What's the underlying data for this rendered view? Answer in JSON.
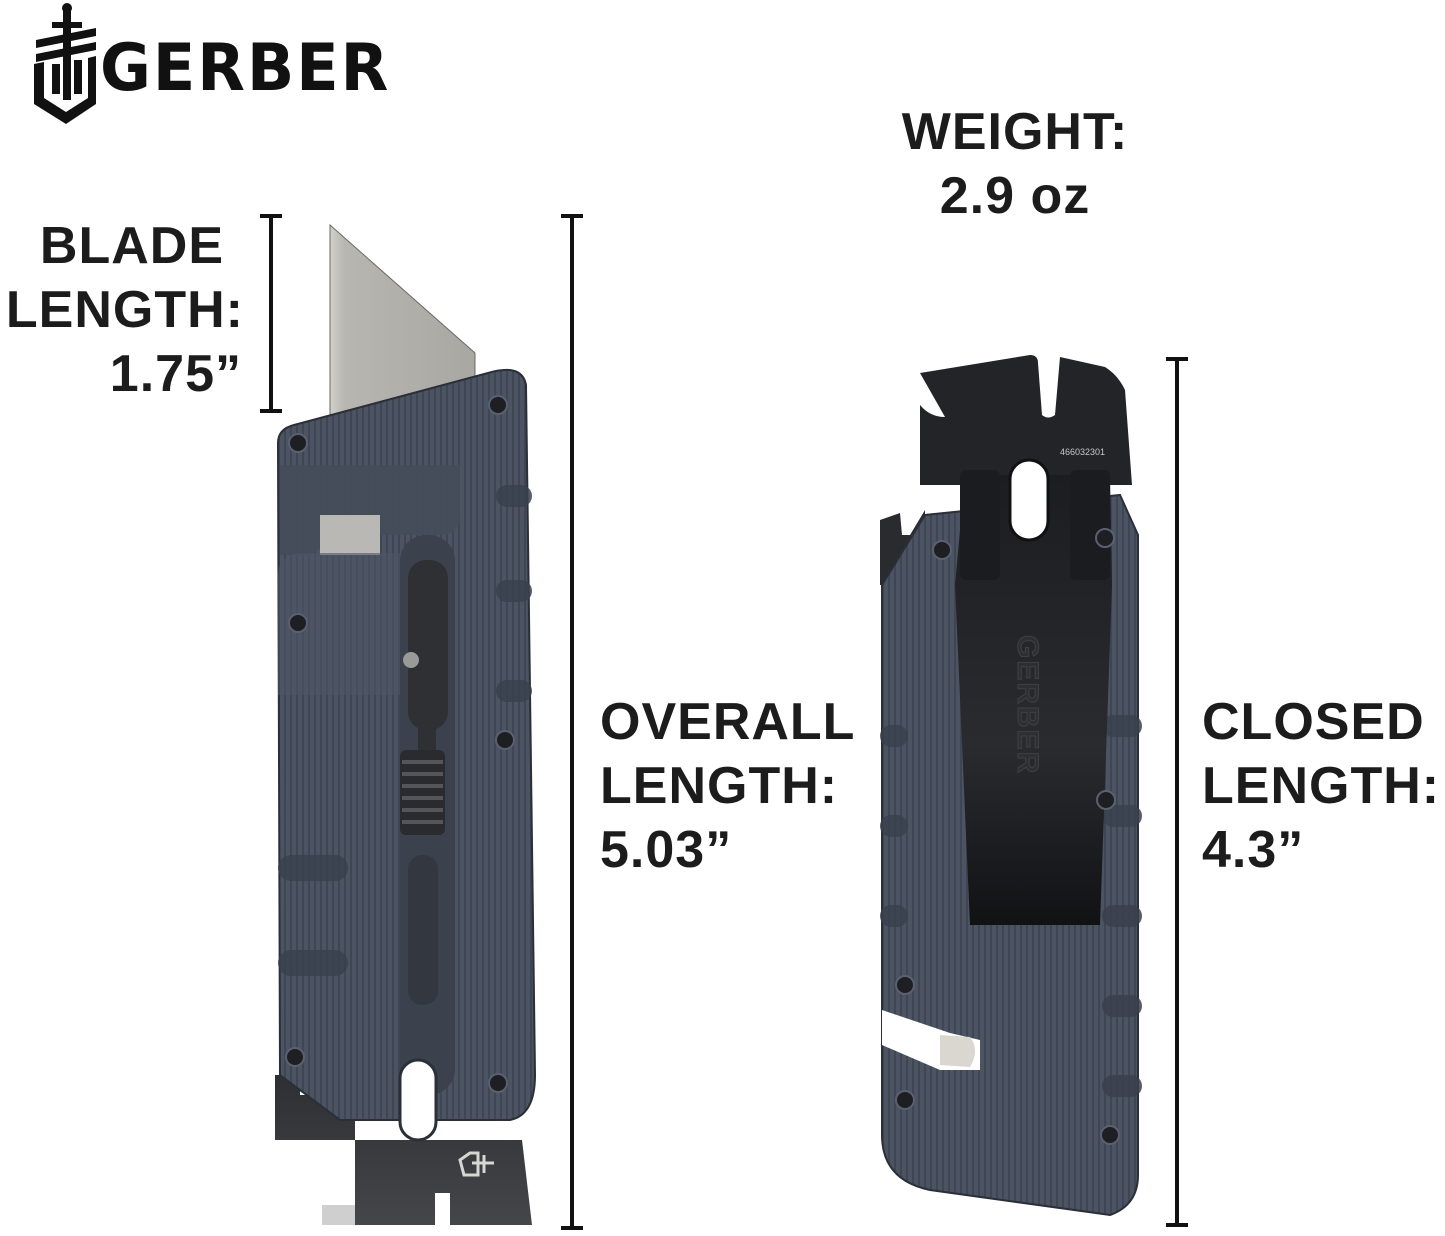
{
  "brand": {
    "name": "GERBER",
    "registered_mark": "®",
    "logo_icon": "gerber-sword-shield-icon"
  },
  "specs": {
    "blade_length": {
      "label_line1": "BLADE",
      "label_line2": "LENGTH:",
      "value": "1.75”"
    },
    "weight": {
      "label": "WEIGHT:",
      "value": "2.9 oz"
    },
    "overall_length": {
      "label_line1": "OVERALL",
      "label_line2": "LENGTH:",
      "value": "5.03”"
    },
    "closed_length": {
      "label_line1": "CLOSED",
      "label_line2": "LENGTH:",
      "value": "4.3”"
    }
  },
  "products": {
    "open_knife": {
      "view": "front-open",
      "handle_color": "#4a5260",
      "blade_color": "#b5b3ae",
      "hardware_color": "#2a2b2e"
    },
    "closed_knife": {
      "view": "back-closed",
      "handle_color": "#4a5260",
      "clip_color": "#1f2023",
      "clip_text": "GERBER",
      "serial_number": "466032301"
    }
  },
  "colors": {
    "text": "#1c1c1c",
    "background": "#ffffff",
    "dimension_bar": "#111111"
  }
}
